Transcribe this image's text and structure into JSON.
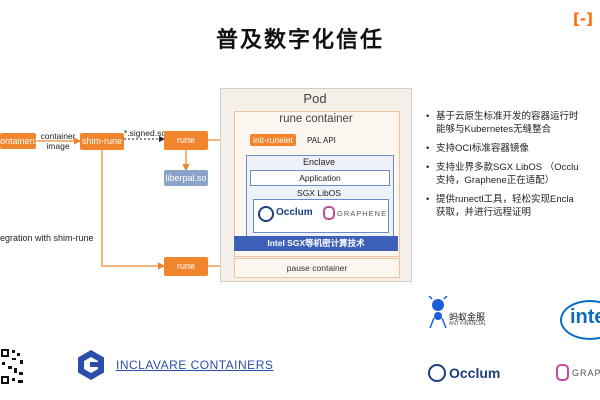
{
  "title": "普及数字化信任",
  "brand_logo_icon": "alibaba-cloud-logo-icon",
  "diagram": {
    "containerd": "ontainerd",
    "container_image_label": "container\nimage",
    "shim_rune": "shim-rune",
    "signed_so_label": "*.signed.so",
    "rune_top": "rune",
    "liberpal": "liberpal.so",
    "integration_label": "egration with shim-rune",
    "rune_bottom": "rune",
    "pod": "Pod",
    "rune_container": "rune container",
    "init_runelet": "init-runelet",
    "pal_api": "PAL API",
    "enclave": "Enclave",
    "application": "Application",
    "sgx_libos": "SGX LibOS",
    "occlum": "Occlum",
    "graphene": "GRAPHENE",
    "intel_sgx": "Intel SGX等机密计算技术",
    "pause_container": "pause container"
  },
  "bullets": [
    "基于云原生标准开发的容器运行时\n能够与Kubernetes无缝整合",
    "支持OCI标准容器镜像",
    "支持业界多款SGX LibOS （Occlu\n支持，Graphene正在适配）",
    "提供runectl工具，轻松实现Encla\n获取，并进行远程证明"
  ],
  "footer": {
    "inclavare": "INCLAVARE CONTAINERS",
    "ant_financial": "蚂蚁金服",
    "ant_financial_en": "ANT FINANCIAL",
    "intel": "inte",
    "occlum": "Occlum",
    "graphene": "GRAPH"
  },
  "colors": {
    "orange": "#f0852d",
    "blue": "#3d60b8",
    "brand": "#ff6a00"
  }
}
